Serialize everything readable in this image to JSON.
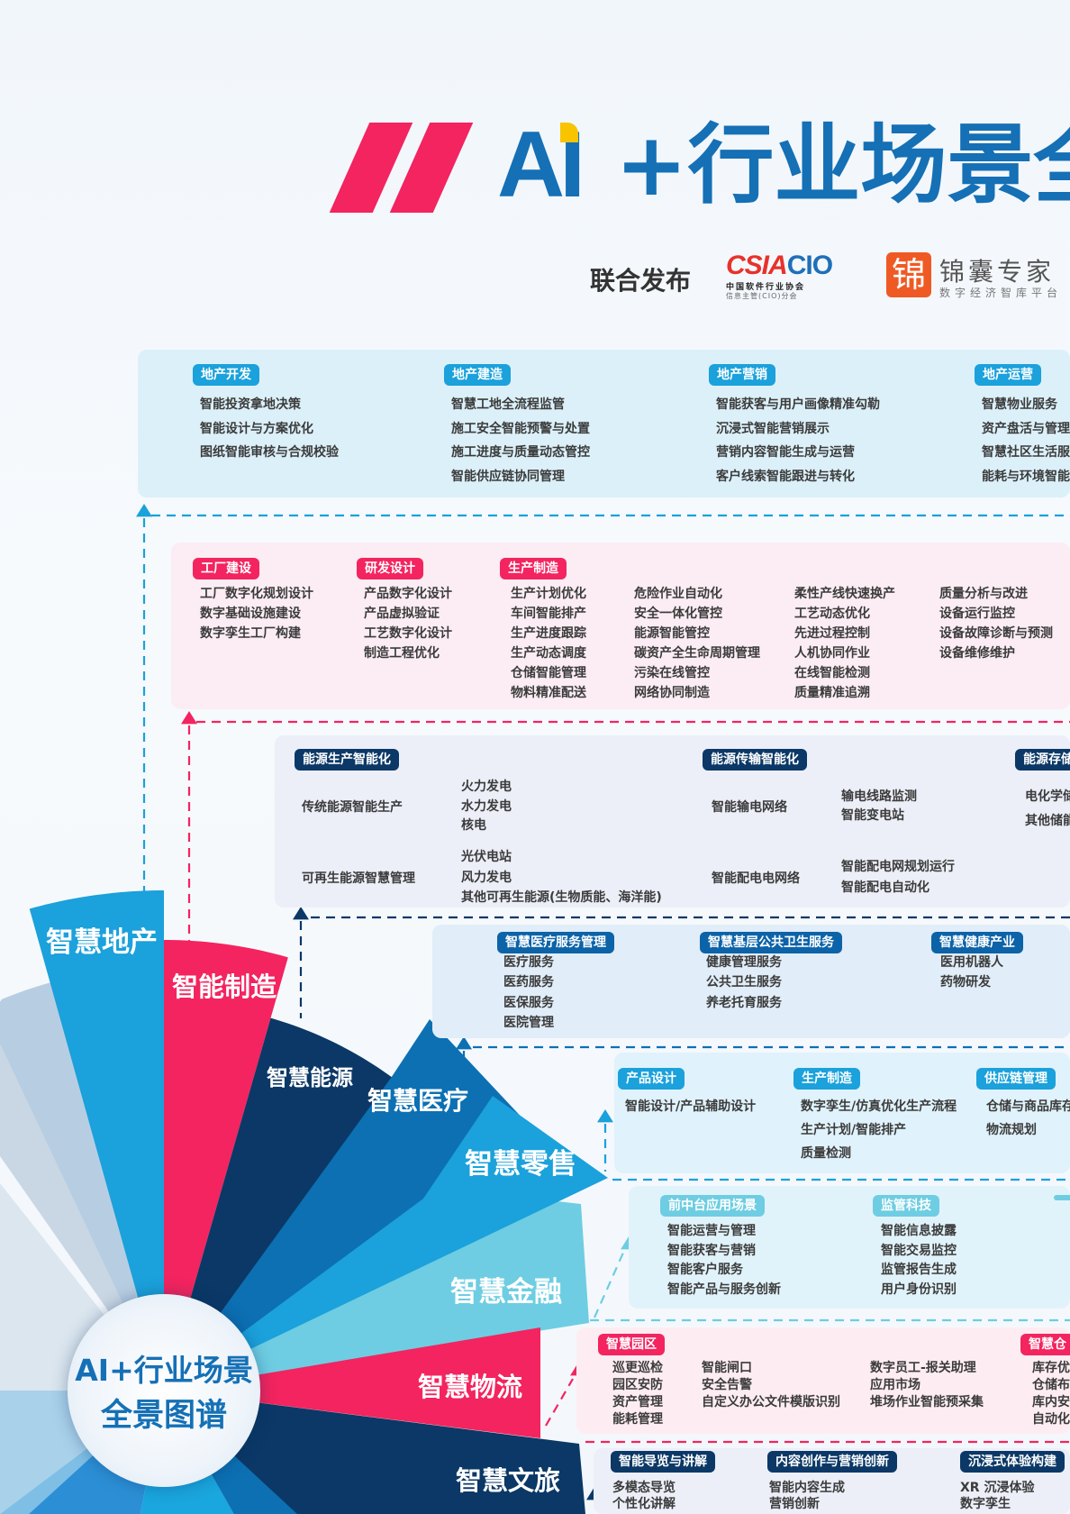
{
  "header": {
    "title_ai": "AI",
    "title_rest": "+行业场景全",
    "publisher_label": "联合发布",
    "csia": {
      "logo_c": "CSIA",
      "logo_cio": "CIO",
      "line1": "中国软件行业协会",
      "line2": "信息主管(CIO)分会"
    },
    "jinnang": {
      "icon": "锦",
      "name": "锦囊专家",
      "tagline": "数字经济智库平台"
    }
  },
  "hub": {
    "line1": "AI+行业场景",
    "line2": "全景图谱"
  },
  "colors": {
    "cyan": "#1ba1db",
    "pink": "#f3245f",
    "navy": "#0b3866",
    "blue": "#0c70b3",
    "light_cyan": "#6ecde2",
    "accent_yellow": "#f8c400"
  },
  "sectors": [
    {
      "label": "智慧地产"
    },
    {
      "label": "智能制造"
    },
    {
      "label": "智慧能源"
    },
    {
      "label": "智慧医疗"
    },
    {
      "label": "智慧零售"
    },
    {
      "label": "智慧金融"
    },
    {
      "label": "智慧物流"
    },
    {
      "label": "智慧文旅"
    }
  ],
  "panels": {
    "real_estate": {
      "groups": [
        {
          "title": "地产开发",
          "columns": [
            [
              "智能投资拿地决策",
              "智能设计与方案优化",
              "图纸智能审核与合规校验"
            ]
          ]
        },
        {
          "title": "地产建造",
          "columns": [
            [
              "智慧工地全流程监管",
              "施工安全智能预警与处置",
              "施工进度与质量动态管控",
              "智能供应链协同管理"
            ]
          ]
        },
        {
          "title": "地产营销",
          "columns": [
            [
              "智能获客与用户画像精准勾勒",
              "沉浸式智能营销展示",
              "营销内容智能生成与运营",
              "客户线索智能跟进与转化"
            ]
          ]
        },
        {
          "title": "地产运营",
          "columns": [
            [
              "智慧物业服务",
              "资产盘活与管理",
              "智慧社区生活服",
              "能耗与环境智能"
            ]
          ]
        }
      ]
    },
    "manufacturing": {
      "groups": [
        {
          "title": "工厂建设",
          "columns": [
            [
              "工厂数字化规划设计",
              "数字基础设施建设",
              "数字孪生工厂构建"
            ]
          ]
        },
        {
          "title": "研发设计",
          "columns": [
            [
              "产品数字化设计",
              "产品虚拟验证",
              "工艺数字化设计",
              "制造工程优化"
            ]
          ]
        },
        {
          "title": "生产制造",
          "columns": [
            [
              "生产计划优化",
              "车间智能排产",
              "生产进度跟踪",
              "生产动态调度",
              "仓储智能管理",
              "物料精准配送"
            ],
            [
              "危险作业自动化",
              "安全一体化管控",
              "能源智能管控",
              "碳资产全生命周期管理",
              "污染在线管控",
              "网络协同制造"
            ],
            [
              "柔性产线快速换产",
              "工艺动态优化",
              "先进过程控制",
              "人机协同作业",
              "在线智能检测",
              "质量精准追溯"
            ],
            [
              "质量分析与改进",
              "设备运行监控",
              "设备故障诊断与预测",
              "设备维修维护"
            ]
          ]
        }
      ]
    },
    "energy": {
      "groups": [
        {
          "title": "能源生产智能化",
          "branches": [
            {
              "source": "传统能源智能生产",
              "targets": [
                "火力发电",
                "水力发电",
                "核电"
              ]
            },
            {
              "source": "可再生能源智慧管理",
              "targets": [
                "光伏电站",
                "风力发电",
                "其他可再生能源(生物质能、海洋能)"
              ]
            }
          ]
        },
        {
          "title": "能源传输智能化",
          "branches": [
            {
              "source": "智能输电网络",
              "targets": [
                "输电线路监测",
                "智能变电站"
              ]
            },
            {
              "source": "智能配电电网络",
              "targets": [
                "智能配电网规划运行",
                "智能配电自动化"
              ]
            }
          ]
        },
        {
          "title": "能源存储",
          "items": [
            "电化学储能",
            "其他储能"
          ]
        }
      ]
    },
    "medical": {
      "groups": [
        {
          "title": "智慧医疗服务管理",
          "columns": [
            [
              "医疗服务",
              "医药服务",
              "医保服务",
              "医院管理"
            ]
          ]
        },
        {
          "title": "智慧基层公共卫生服务",
          "columns": [
            [
              "健康管理服务",
              "公共卫生服务",
              "养老托育服务"
            ]
          ]
        },
        {
          "title": "智慧健康产业",
          "columns": [
            [
              "医用机器人",
              "药物研发"
            ]
          ]
        }
      ]
    },
    "retail": {
      "groups": [
        {
          "title": "产品设计",
          "columns": [
            [
              "智能设计/产品辅助设计"
            ]
          ]
        },
        {
          "title": "生产制造",
          "columns": [
            [
              "数字孪生/仿真优化生产流程",
              "生产计划/智能排产",
              "质量检测"
            ]
          ]
        },
        {
          "title": "供应链管理",
          "columns": [
            [
              "仓储与商品库存",
              "物流规划"
            ]
          ]
        }
      ]
    },
    "finance": {
      "groups": [
        {
          "title": "前中台应用场景",
          "columns": [
            [
              "智能运营与管理",
              "智能获客与营销",
              "智能客户服务",
              "智能产品与服务创新"
            ]
          ]
        },
        {
          "title": "监管科技",
          "columns": [
            [
              "智能信息披露",
              "智能交易监控",
              "监管报告生成",
              "用户身份识别"
            ]
          ]
        },
        {
          "title": "",
          "columns": [
            []
          ]
        }
      ]
    },
    "logistics": {
      "groups": [
        {
          "title": "智慧园区",
          "columns": [
            [
              "巡更巡检",
              "园区安防",
              "资产管理",
              "能耗管理"
            ],
            [
              "智能闸口",
              "安全告警",
              "自定义办公文件模版识别"
            ],
            [
              "数字员工-报关助理",
              "应用市场",
              "堆场作业智能预采集"
            ]
          ]
        },
        {
          "title": "智慧仓",
          "columns": [
            [
              "库存优",
              "仓储布",
              "库内安",
              "自动化"
            ]
          ]
        }
      ]
    },
    "tourism": {
      "groups": [
        {
          "title": "智能导览与讲解",
          "columns": [
            [
              "多模态导览",
              "个性化讲解"
            ]
          ]
        },
        {
          "title": "内容创作与营销创新",
          "columns": [
            [
              "智能内容生成",
              "营销创新"
            ]
          ]
        },
        {
          "title": "沉浸式体验构建",
          "columns": [
            [
              "XR 沉浸体验",
              "数字孪生"
            ]
          ]
        }
      ]
    }
  }
}
